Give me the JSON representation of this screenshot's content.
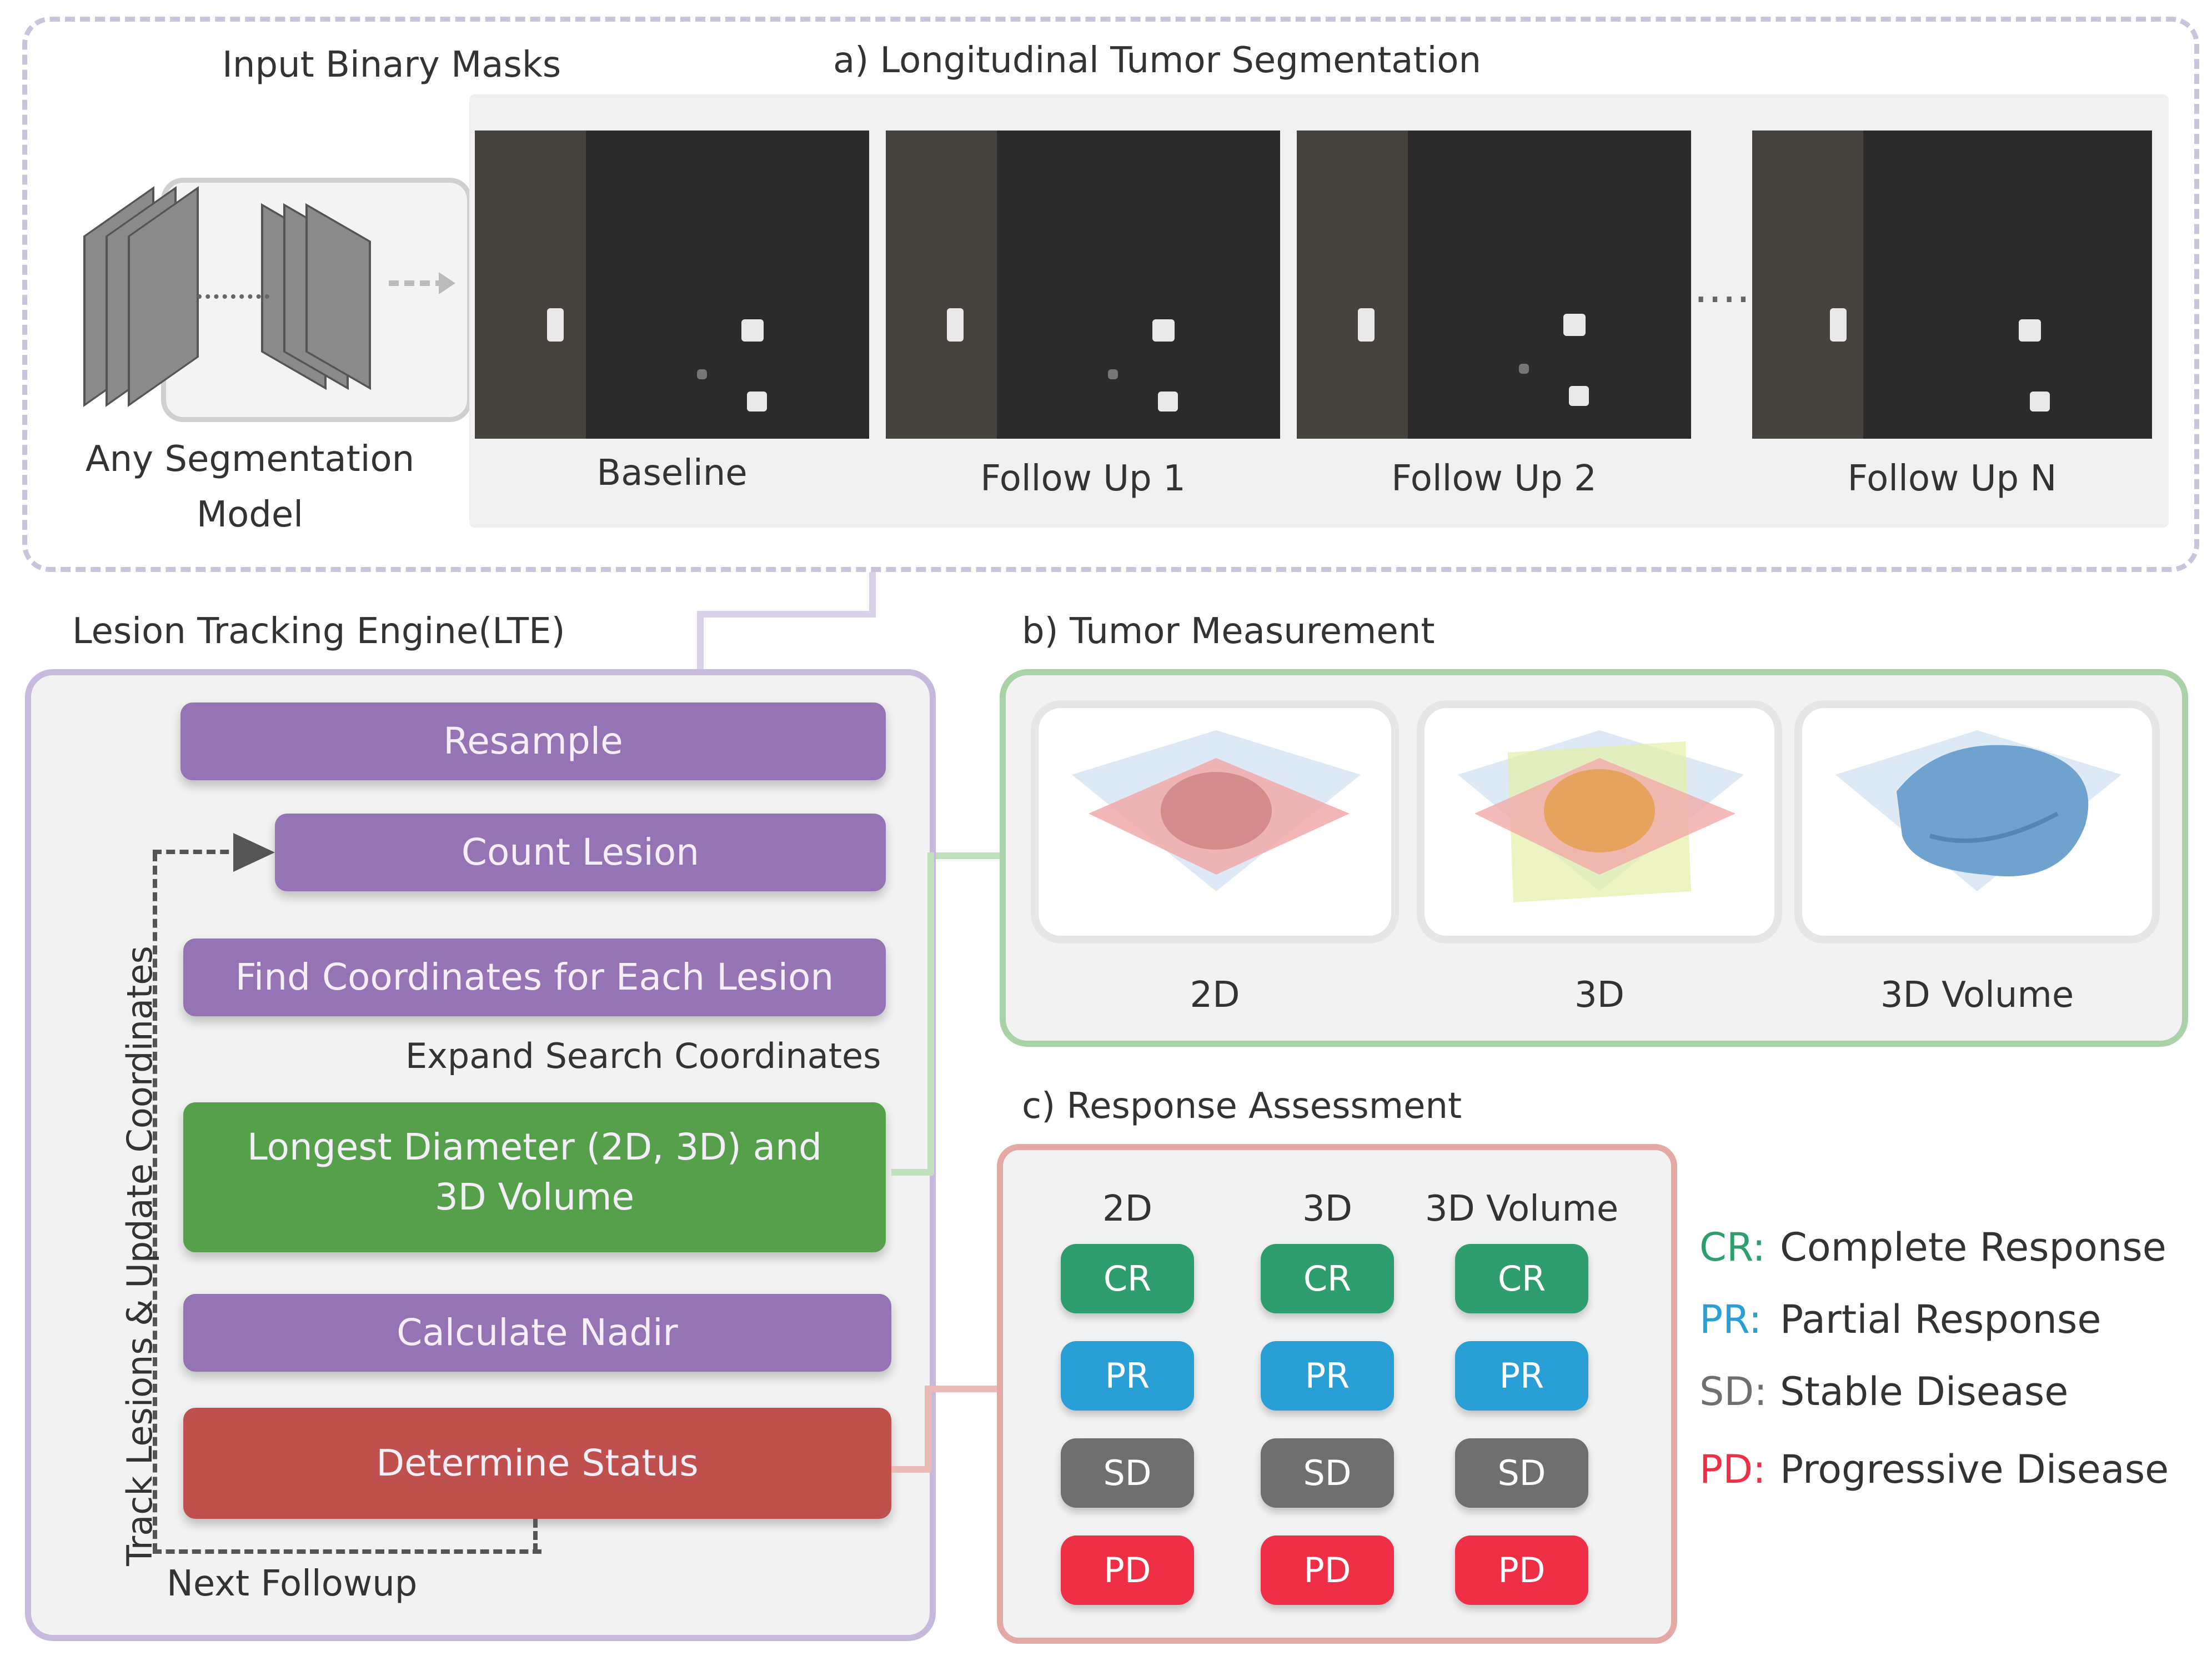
{
  "section_a": {
    "title": "a) Longitudinal Tumor Segmentation",
    "input_label": "Input Binary Masks",
    "model_label_line1": "Any Segmentation",
    "model_label_line2": "Model",
    "ellipsis": "....",
    "scans": [
      "Baseline",
      "Follow Up 1",
      "Follow Up 2",
      "Follow Up N"
    ]
  },
  "engine": {
    "title": "Lesion Tracking Engine(LTE)",
    "steps": {
      "resample": "Resample",
      "count": "Count Lesion",
      "find": "Find Coordinates for Each Lesion",
      "expand": "Expand Search Coordinates",
      "diameter_line1": "Longest Diameter (2D, 3D) and",
      "diameter_line2": "3D Volume",
      "nadir": "Calculate Nadir",
      "status": "Determine Status"
    },
    "side_label": "Track Lesions & Update Coordinates",
    "next_label": "Next Followup"
  },
  "section_b": {
    "title": "b) Tumor Measurement",
    "panels": [
      "2D",
      "3D",
      "3D Volume"
    ]
  },
  "section_c": {
    "title": "c) Response Assessment",
    "columns": [
      "2D",
      "3D",
      "3D Volume"
    ],
    "rows": [
      "CR",
      "PR",
      "SD",
      "PD"
    ]
  },
  "legend": [
    {
      "key": "CR:",
      "text": "Complete Response",
      "color": "#2e9e6f"
    },
    {
      "key": "PR:",
      "text": "Partial Response",
      "color": "#2a9fd6"
    },
    {
      "key": "SD:",
      "text": "Stable Disease",
      "color": "#6f6f6f"
    },
    {
      "key": "PD:",
      "text": "Progressive Disease",
      "color": "#ef2f46"
    }
  ]
}
